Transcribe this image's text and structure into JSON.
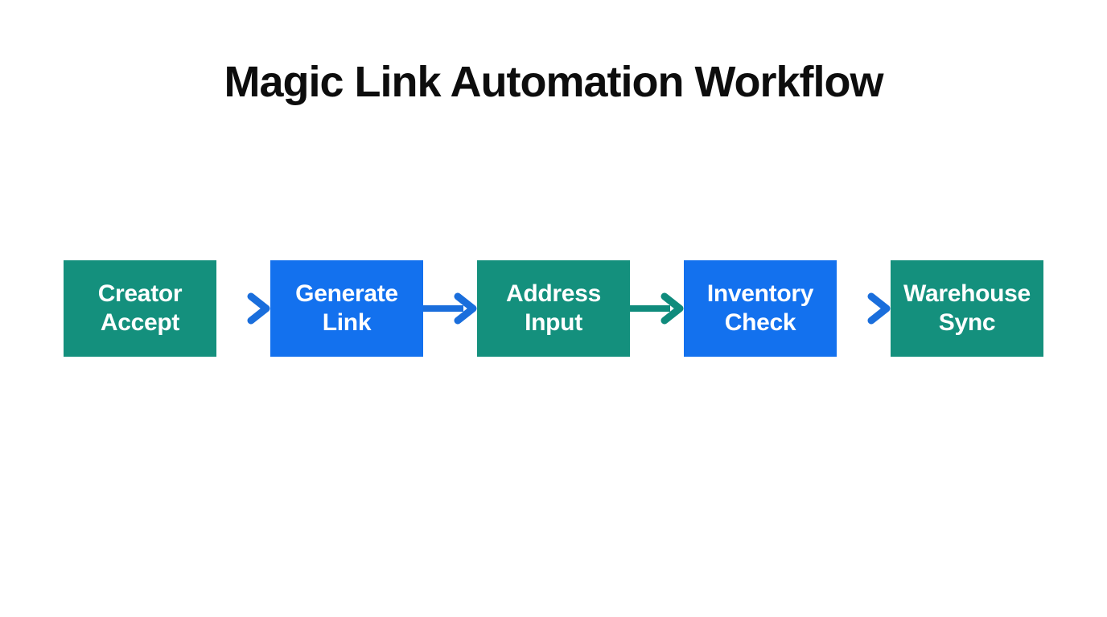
{
  "title": "Magic Link Automation Workflow",
  "colors": {
    "teal": "#14907D",
    "blue": "#1371EE",
    "arrow_blue": "#1A6EDC",
    "arrow_teal": "#0F8B7C",
    "node_text": "#FFFFFF",
    "title_color": "#0D0D0D",
    "background": "#FFFFFF"
  },
  "diagram": {
    "type": "flowchart",
    "direction": "left-to-right",
    "nodes": [
      {
        "label": "Creator Accept",
        "color": "teal"
      },
      {
        "label": "Generate Link",
        "color": "blue"
      },
      {
        "label": "Address Input",
        "color": "teal"
      },
      {
        "label": "Inventory Check",
        "color": "blue"
      },
      {
        "label": "Warehouse Sync",
        "color": "teal"
      }
    ],
    "connectors": [
      {
        "from": "Creator Accept",
        "to": "Generate Link",
        "style": "gradient-teal-to-blue"
      },
      {
        "from": "Generate Link",
        "to": "Address Input",
        "style": "blue"
      },
      {
        "from": "Address Input",
        "to": "Inventory Check",
        "style": "teal"
      },
      {
        "from": "Inventory Check",
        "to": "Warehouse Sync",
        "style": "gradient-teal-to-blue"
      }
    ]
  }
}
